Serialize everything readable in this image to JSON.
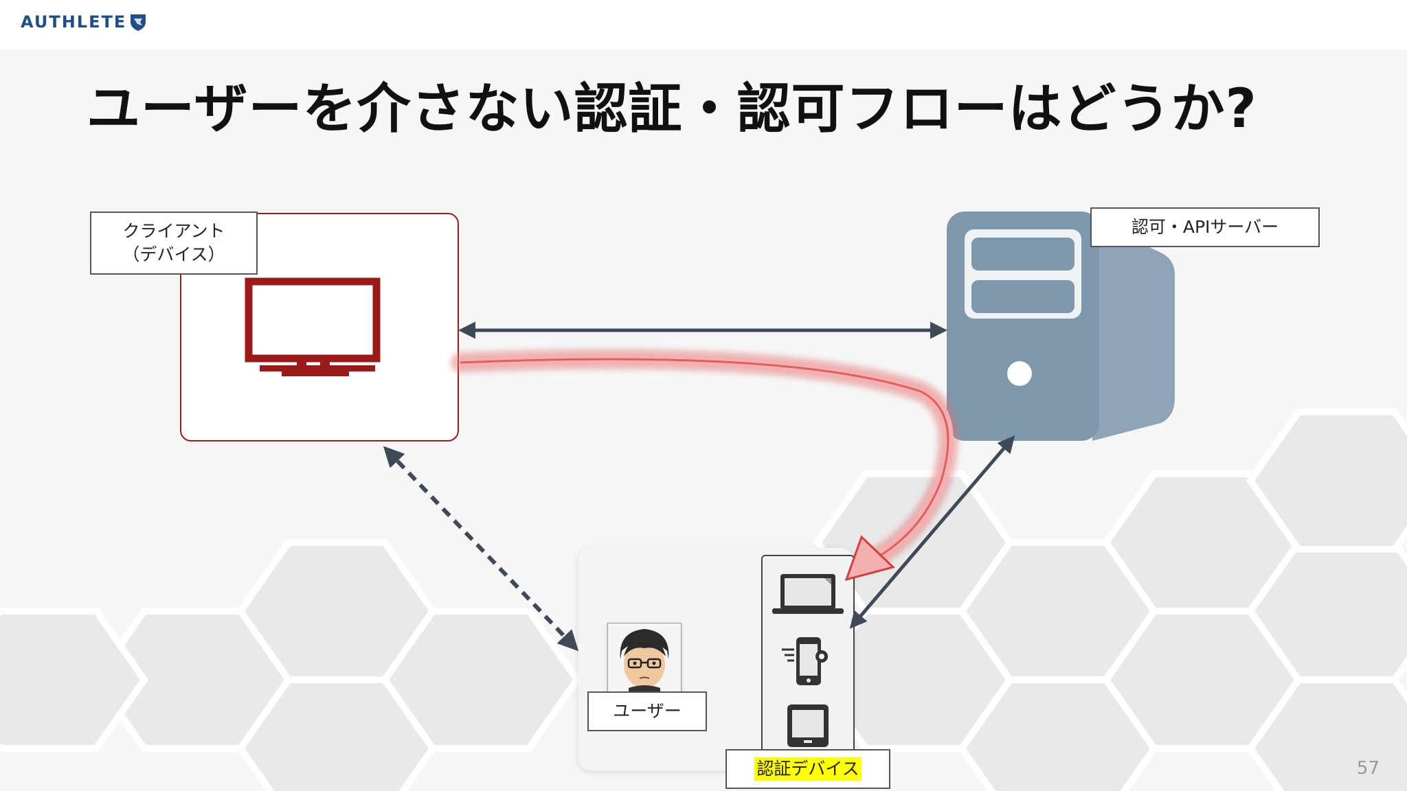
{
  "brand": {
    "logo_text": "AUTHLETE"
  },
  "title": "ユーザーを介さない認証・認可フローはどうか?",
  "client": {
    "label_line1": "クライアント",
    "label_line2": "（デバイス）",
    "icon": "monitor-icon"
  },
  "server": {
    "label": "認可・APIサーバー",
    "icon": "server-tower-icon"
  },
  "user": {
    "label": "ユーザー",
    "icon": "user-avatar"
  },
  "auth_device": {
    "label": "認証デバイス",
    "icons": [
      "laptop-icon",
      "smartphone-gear-icon",
      "tablet-icon"
    ]
  },
  "page_number": "57",
  "colors": {
    "accent_red": "#9b1b1b",
    "server_gray": "#7e97aa",
    "arrow_dark": "#3f4a56",
    "highlight": "#ffff00"
  }
}
